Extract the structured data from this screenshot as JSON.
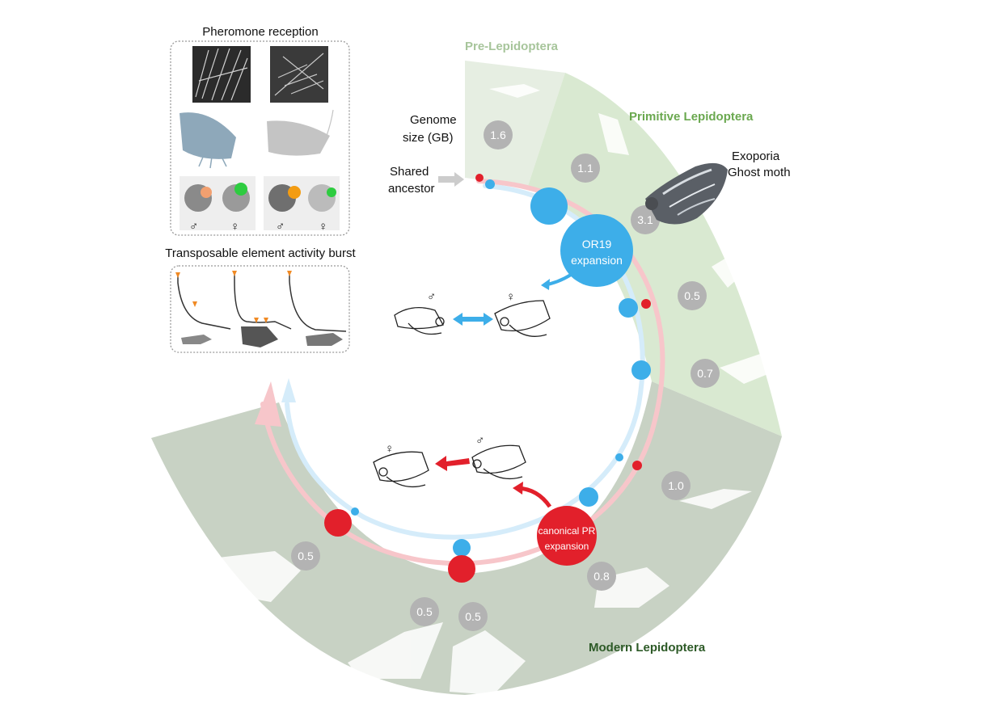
{
  "panels": {
    "pheromone_title": "Pheromone reception",
    "te_title": "Transposable element activity burst",
    "male_symbol": "♂",
    "female_symbol": "♀"
  },
  "eras": {
    "pre": "Pre-Lepidoptera",
    "primitive": "Primitive Lepidoptera",
    "modern": "Modern Lepidoptera"
  },
  "genome": {
    "title_line1": "Genome",
    "title_line2": "size (GB)",
    "values": [
      "1.6",
      "1.1",
      "3.1",
      "0.5",
      "0.7",
      "1.0",
      "0.8",
      "0.5",
      "0.5",
      "0.5"
    ]
  },
  "labels": {
    "shared_line1": "Shared",
    "shared_line2": "ancestor",
    "exoporia": "Exoporia",
    "ghost_moth": "Ghost moth",
    "or19_line1": "OR19",
    "or19_line2": "expansion",
    "pr_line1": "canonical PR",
    "pr_line2": "expansion"
  },
  "colors": {
    "pre_band": "#e6eee2",
    "primitive_band": "#d9e9d1",
    "modern_band": "#c8d2c4",
    "pre_text": "#a7c59b",
    "primitive_text": "#6aa84f",
    "modern_text": "#2d5a27",
    "blue": "#3daee9",
    "red": "#e2202b",
    "gray_badge": "#b3b3b3"
  }
}
